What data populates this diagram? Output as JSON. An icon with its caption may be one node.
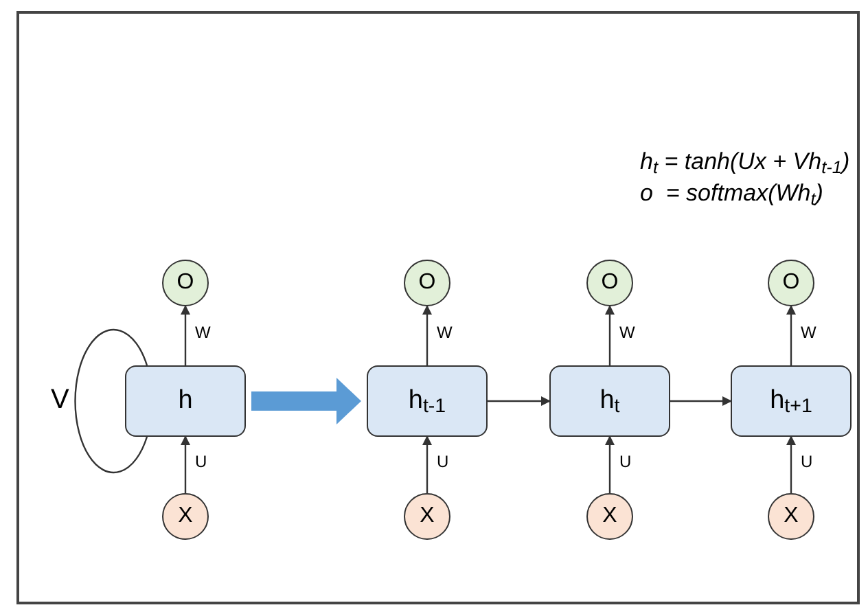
{
  "diagram": {
    "nodes": [
      {
        "text": [
          "O"
        ]
      },
      {
        "text": [
          "O"
        ]
      },
      {
        "text": [
          "O"
        ]
      },
      {
        "text": [
          "O"
        ]
      },
      {
        "text": [
          "h"
        ]
      },
      {
        "text": [
          "h$_{t-1}$"
        ]
      },
      {
        "text": [
          "h$_{t}$"
        ]
      },
      {
        "text": [
          "h$_{t+1}$"
        ]
      },
      {
        "text": [
          "X"
        ]
      },
      {
        "text": [
          "X"
        ]
      },
      {
        "text": [
          "X"
        ]
      },
      {
        "text": [
          "X"
        ]
      }
    ],
    "edges": [
      {
        "from": 4,
        "to": 0,
        "arrow": "to",
        "label": "W"
      },
      {
        "from": 5,
        "to": 1,
        "arrow": "to",
        "label": "W"
      },
      {
        "from": 6,
        "to": 2,
        "arrow": "to",
        "label": "W"
      },
      {
        "from": 7,
        "to": 3,
        "arrow": "to",
        "label": "W"
      },
      {
        "from": 8,
        "to": 4,
        "arrow": "to",
        "label": "U"
      },
      {
        "from": 9,
        "to": 5,
        "arrow": "to",
        "label": "U"
      },
      {
        "from": 10,
        "to": 6,
        "arrow": "to",
        "label": "U"
      },
      {
        "from": 11,
        "to": 7,
        "arrow": "to",
        "label": "U"
      },
      {
        "from": 4,
        "to": 4,
        "arrow": "none",
        "label": "V"
      },
      {
        "from": 4,
        "to": 5,
        "arrow": "to",
        "style": "thick",
        "color": "#5b9bd5"
      },
      {
        "from": 5,
        "to": 6,
        "arrow": "to"
      },
      {
        "from": 6,
        "to": 7,
        "arrow": "to"
      }
    ],
    "labels": [
      "h$_{t}$ = tanh(Ux + Vh$_{t-1}$)",
      "o  = softmax(Wh$_{t}$)"
    ]
  }
}
